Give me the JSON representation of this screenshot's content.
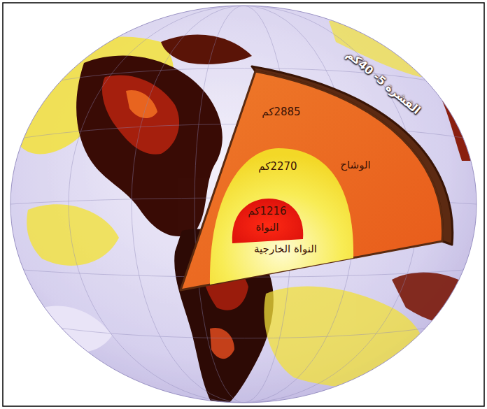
{
  "diagram": {
    "nodes": [
      {
        "text": [
          "القشرة 5- 40كم"
        ]
      },
      {
        "text": [
          "2885كم",
          "الوشاح"
        ]
      },
      {
        "text": [
          "2270كم",
          "النواة الخارجية"
        ],
        "in": 1
      },
      {
        "text": [
          "1216كم",
          "النواة"
        ],
        "in": 2
      }
    ]
  }
}
